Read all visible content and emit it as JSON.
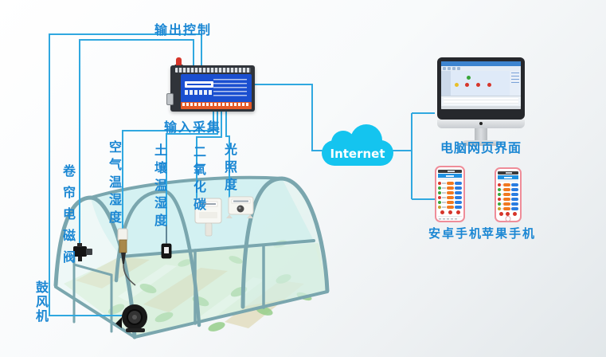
{
  "diagram": {
    "output_section": {
      "title": "输出控制"
    },
    "input_section": {
      "title": "输入采集"
    },
    "cloud": {
      "label": "Internet"
    },
    "outputs": [
      {
        "id": "roller-shutter-solenoid-valve",
        "label": "卷帘电磁阀"
      },
      {
        "id": "blower",
        "label": "鼓风机"
      }
    ],
    "inputs": [
      {
        "id": "air-temperature-humidity",
        "label": "空气温湿度"
      },
      {
        "id": "soil-temperature-humidity",
        "label": "土壤温湿度"
      },
      {
        "id": "carbon-dioxide",
        "label": "二氧化碳"
      },
      {
        "id": "light-intensity",
        "label": "光照度"
      }
    ],
    "devices": {
      "pc": {
        "label": "电脑网页界面"
      },
      "android": {
        "label": "安卓手机"
      },
      "iphone": {
        "label": "苹果手机"
      }
    }
  },
  "phones": {
    "row_status_colors": [
      "#d6352a",
      "#39a639",
      "#39a639",
      "#d6352a",
      "#39a639",
      "#c8a02a"
    ]
  },
  "colors": {
    "line_blue": "#30a8e0",
    "label_blue": "#1b87d3",
    "cloud_cyan": "#14c4ef",
    "frame": "#7aa6ae",
    "glass": "#d7f0e9",
    "roof": "#cdeef0",
    "leaf": "#97cf8b",
    "panel_blue": "#1a4fd0",
    "terminal_orange": "#e55a28",
    "antenna_red": "#d6352a",
    "phone_border": "#ef8d99",
    "status_red": "#d6352a",
    "status_green": "#39a639",
    "btn_orange": "#f07820",
    "btn_blue": "#2a7de0"
  }
}
